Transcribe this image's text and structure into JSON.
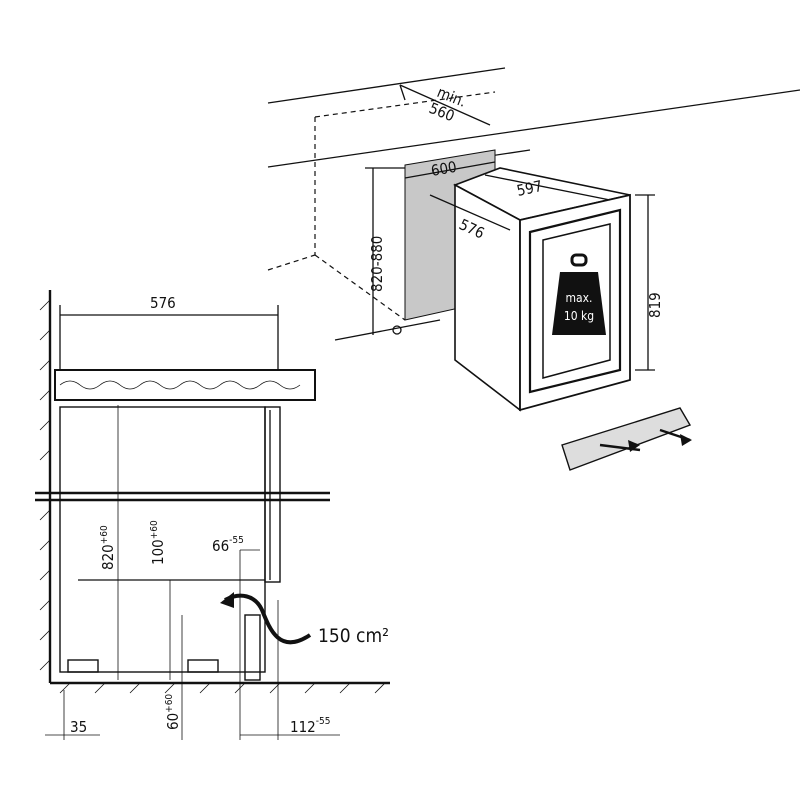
{
  "install_view": {
    "niche_depth_label": "min.",
    "niche_depth_value": "560",
    "niche_width": "600",
    "niche_height": "820-880",
    "appliance_width": "597",
    "appliance_depth": "576",
    "appliance_height": "819",
    "load_max_label": "max.",
    "load_max_value": "10 kg"
  },
  "section_view": {
    "worktop_depth": "576",
    "height_main": "820",
    "height_main_tol": "+60",
    "plinth_height": "100",
    "plinth_height_tol": "+60",
    "plinth_offset": "66",
    "plinth_offset_tol": "-55",
    "vent_area": "150 cm²",
    "wall_gap": "35",
    "foot_height": "60",
    "foot_height_tol": "+60",
    "front_gap": "112",
    "front_gap_tol": "-55"
  }
}
